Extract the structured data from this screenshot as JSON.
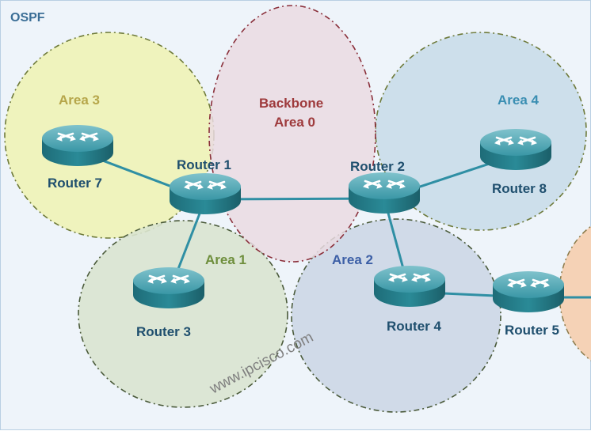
{
  "diagram": {
    "title": "OSPF",
    "watermark": "www.ipcisco.com",
    "colors": {
      "area3": "#eef3b6",
      "backbone": "#eadbe2",
      "area4": "#c9dde9",
      "area1": "#d9e4d0",
      "area2": "#ccd7e6",
      "area_edge": "#f5d2b6",
      "link": "#2f8fa4",
      "router_body": "#2a8a97"
    },
    "areas": [
      {
        "id": "area3",
        "label": "Area 3",
        "label_color": "#b6a64a"
      },
      {
        "id": "backbone",
        "label": "Backbone\nArea 0",
        "label_line1": "Backbone",
        "label_line2": "Area 0",
        "label_color": "#9e3a3c"
      },
      {
        "id": "area4",
        "label": "Area 4",
        "label_color": "#3a8eb2"
      },
      {
        "id": "area1",
        "label": "Area 1",
        "label_color": "#6e8e3c"
      },
      {
        "id": "area2",
        "label": "Area 2",
        "label_color": "#3c5fa6"
      }
    ],
    "routers": [
      {
        "id": "r7",
        "label": "Router 7",
        "icon": "router-icon"
      },
      {
        "id": "r1",
        "label": "Router 1",
        "icon": "router-icon"
      },
      {
        "id": "r2",
        "label": "Router 2",
        "icon": "router-icon"
      },
      {
        "id": "r8",
        "label": "Router 8",
        "icon": "router-icon"
      },
      {
        "id": "r3",
        "label": "Router 3",
        "icon": "router-icon"
      },
      {
        "id": "r4",
        "label": "Router 4",
        "icon": "router-icon"
      },
      {
        "id": "r5",
        "label": "Router 5",
        "icon": "router-icon"
      }
    ],
    "links": [
      [
        "r7",
        "r1"
      ],
      [
        "r1",
        "r2"
      ],
      [
        "r1",
        "r3"
      ],
      [
        "r2",
        "r8"
      ],
      [
        "r2",
        "r4"
      ],
      [
        "r4",
        "r5"
      ]
    ]
  }
}
